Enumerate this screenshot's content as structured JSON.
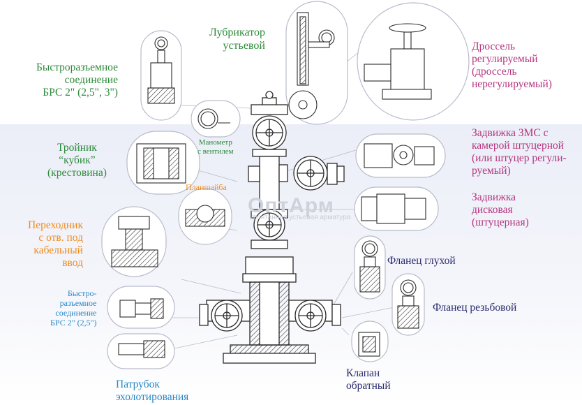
{
  "labels": {
    "lubricator": [
      "Лубрикатор",
      "устьевой"
    ],
    "throttle": [
      "Дроссель",
      "регулируемый",
      "(дроссель",
      "нерегулируемый)"
    ],
    "brs_top": [
      "Быстроразъемное",
      "соединение",
      "БРС 2\" (2,5\", 3\")"
    ],
    "manometer": [
      "Манометр",
      "с вентилем"
    ],
    "tee": [
      "Тройник",
      "“кубик”",
      "(крестовина)"
    ],
    "gate_valve_zms": [
      "Задвижка ЗМС с",
      "камерой штуцерной",
      "(или штуцер регули-",
      "руемый)"
    ],
    "faceplate": "Планшайба",
    "disc_valve": [
      "Задвижка",
      "дисковая",
      "(штуцерная)"
    ],
    "adapter": [
      "Переходник",
      "с отв. под",
      "кабельный",
      "ввод"
    ],
    "blind_flange": "Фланец глухой",
    "brs_bottom": [
      "Быстро-",
      "разъемное",
      "соединение",
      "БРС 2\" (2,5\")"
    ],
    "threaded_flange": "Фланец резьбовой",
    "check_valve": [
      "Клапан",
      "обратный"
    ],
    "echo_pipe": [
      "Патрубок",
      "эхолотирования"
    ]
  },
  "watermark": {
    "brand": "ОптАрм",
    "tagline": "фонтанная устьевая арматура"
  },
  "colors": {
    "green": "#2d8a3a",
    "magenta": "#b4357f",
    "orange": "#f08a1c",
    "navy": "#2a2a6e",
    "blue": "#2787c8"
  }
}
